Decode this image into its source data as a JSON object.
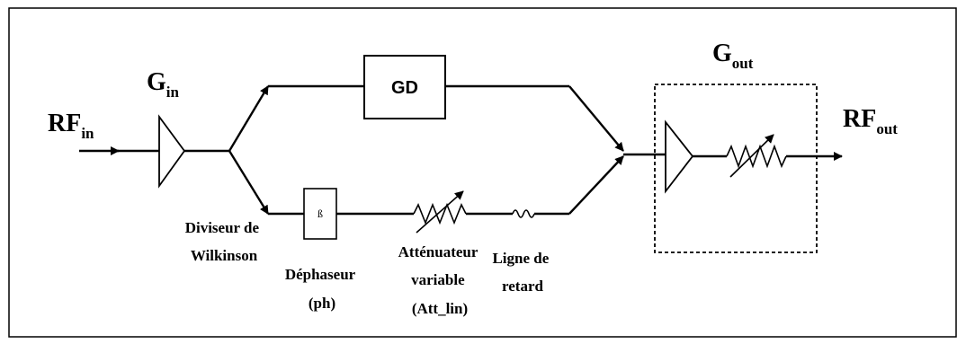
{
  "rf_in": {
    "main": "RF",
    "sub": "in"
  },
  "g_in": {
    "main": "G",
    "sub": "in"
  },
  "gd_block": "GD",
  "phase_symbol": "ß",
  "g_out": {
    "main": "G",
    "sub": "out"
  },
  "rf_out": {
    "main": "RF",
    "sub": "out"
  },
  "divider_label": [
    "Diviseur de",
    "Wilkinson"
  ],
  "phase_shifter_label": [
    "Déphaseur",
    "(ph)"
  ],
  "attenuator_label": [
    "Atténuateur",
    "variable",
    "(Att_lin)"
  ],
  "delay_line_label": [
    "Ligne de",
    "retard"
  ],
  "colors": {
    "line": "#000000",
    "background": "#ffffff"
  }
}
